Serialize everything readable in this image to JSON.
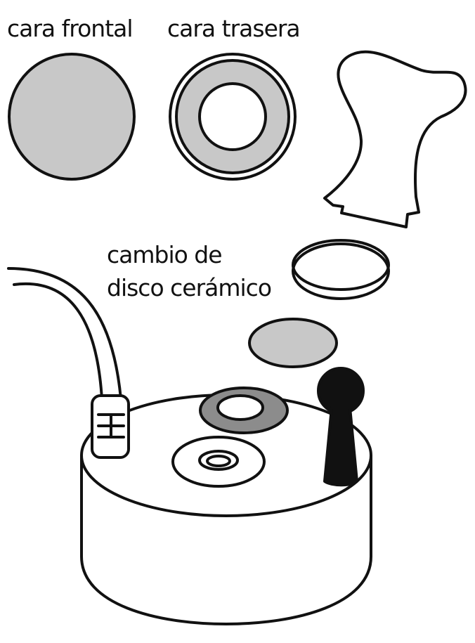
{
  "labels": {
    "front_face": "cara frontal",
    "back_face": "cara trasera",
    "change_line1": "cambio de",
    "change_line2": "disco cerámico"
  },
  "colors": {
    "stroke": "#111111",
    "light_gray": "#c8c8c8",
    "dark_gray": "#8c8c8c",
    "white": "#ffffff"
  },
  "icons": {
    "front_face": "gray-disc",
    "back_face": "ring-disc",
    "gasket": "rubber-gasket",
    "nebulizer": "ultrasonic-mist-maker"
  }
}
